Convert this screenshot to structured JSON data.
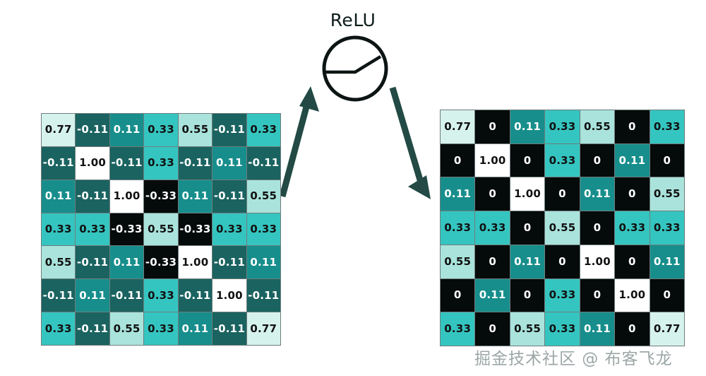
{
  "title": "ReLU",
  "background_color": "#ffffff",
  "icons": {
    "relu_curve": "relu-activation-curve-icon",
    "arrow_left": "arrow-up-right-icon",
    "arrow_right": "arrow-down-right-icon"
  },
  "watermark": "掘金技术社区 @ 布客飞龙",
  "palette": {
    "v_1_00": {
      "bg": "#ffffff",
      "fg": "#111111"
    },
    "v_0_77": {
      "bg": "#d6f2ec",
      "fg": "#111111"
    },
    "v_0_55": {
      "bg": "#a9e3dc",
      "fg": "#111111"
    },
    "v_0_33": {
      "bg": "#35c5c0",
      "fg": "#111111"
    },
    "v_0_11": {
      "bg": "#178e8c",
      "fg": "#ffffff"
    },
    "v_neg011": {
      "bg": "#1a6360",
      "fg": "#ffffff"
    },
    "v_neg033": {
      "bg": "#050a0a",
      "fg": "#ffffff"
    },
    "v_0": {
      "bg": "#050a0a",
      "fg": "#ffffff"
    }
  },
  "matrices": {
    "input": {
      "name": "input-matrix",
      "rows": 7,
      "cols": 7,
      "values": [
        [
          "0.77",
          "-0.11",
          "0.11",
          "0.33",
          "0.55",
          "-0.11",
          "0.33"
        ],
        [
          "-0.11",
          "1.00",
          "-0.11",
          "0.33",
          "-0.11",
          "0.11",
          "-0.11"
        ],
        [
          "0.11",
          "-0.11",
          "1.00",
          "-0.33",
          "0.11",
          "-0.11",
          "0.55"
        ],
        [
          "0.33",
          "0.33",
          "-0.33",
          "0.55",
          "-0.33",
          "0.33",
          "0.33"
        ],
        [
          "0.55",
          "-0.11",
          "0.11",
          "-0.33",
          "1.00",
          "-0.11",
          "0.11"
        ],
        [
          "-0.11",
          "0.11",
          "-0.11",
          "0.33",
          "-0.11",
          "1.00",
          "-0.11"
        ],
        [
          "0.33",
          "-0.11",
          "0.55",
          "0.33",
          "0.11",
          "-0.11",
          "0.77"
        ]
      ]
    },
    "output": {
      "name": "output-matrix",
      "rows": 7,
      "cols": 7,
      "values": [
        [
          "0.77",
          "0",
          "0.11",
          "0.33",
          "0.55",
          "0",
          "0.33"
        ],
        [
          "0",
          "1.00",
          "0",
          "0.33",
          "0",
          "0.11",
          "0"
        ],
        [
          "0.11",
          "0",
          "1.00",
          "0",
          "0.11",
          "0",
          "0.55"
        ],
        [
          "0.33",
          "0.33",
          "0",
          "0.55",
          "0",
          "0.33",
          "0.33"
        ],
        [
          "0.55",
          "0",
          "0.11",
          "0",
          "1.00",
          "0",
          "0.11"
        ],
        [
          "0",
          "0.11",
          "0",
          "0.33",
          "0",
          "1.00",
          "0"
        ],
        [
          "0.33",
          "0",
          "0.55",
          "0.33",
          "0.11",
          "0",
          "0.77"
        ]
      ]
    }
  },
  "chart_data": {
    "type": "heatmap",
    "title": "ReLU",
    "description": "Two 7x7 heatmap matrices: an input matrix and the matrix after applying the ReLU activation, which clamps all negative values to 0.",
    "value_color_map": [
      {
        "value": "1.00",
        "color": "#ffffff"
      },
      {
        "value": "0.77",
        "color": "#d6f2ec"
      },
      {
        "value": "0.55",
        "color": "#a9e3dc"
      },
      {
        "value": "0.33",
        "color": "#35c5c0"
      },
      {
        "value": "0.11",
        "color": "#178e8c"
      },
      {
        "value": "-0.11",
        "color": "#1a6360"
      },
      {
        "value": "-0.33",
        "color": "#050a0a"
      },
      {
        "value": "0",
        "color": "#050a0a"
      }
    ],
    "input_matrix": [
      [
        0.77,
        -0.11,
        0.11,
        0.33,
        0.55,
        -0.11,
        0.33
      ],
      [
        -0.11,
        1.0,
        -0.11,
        0.33,
        -0.11,
        0.11,
        -0.11
      ],
      [
        0.11,
        -0.11,
        1.0,
        -0.33,
        0.11,
        -0.11,
        0.55
      ],
      [
        0.33,
        0.33,
        -0.33,
        0.55,
        -0.33,
        0.33,
        0.33
      ],
      [
        0.55,
        -0.11,
        0.11,
        -0.33,
        1.0,
        -0.11,
        0.11
      ],
      [
        -0.11,
        0.11,
        -0.11,
        0.33,
        -0.11,
        1.0,
        -0.11
      ],
      [
        0.33,
        -0.11,
        0.55,
        0.33,
        0.11,
        -0.11,
        0.77
      ]
    ],
    "output_matrix": [
      [
        0.77,
        0,
        0.11,
        0.33,
        0.55,
        0,
        0.33
      ],
      [
        0,
        1.0,
        0,
        0.33,
        0,
        0.11,
        0
      ],
      [
        0.11,
        0,
        1.0,
        0,
        0.11,
        0,
        0.55
      ],
      [
        0.33,
        0.33,
        0,
        0.55,
        0,
        0.33,
        0.33
      ],
      [
        0.55,
        0,
        0.11,
        0,
        1.0,
        0,
        0.11
      ],
      [
        0,
        0.11,
        0,
        0.33,
        0,
        1.0,
        0
      ],
      [
        0.33,
        0,
        0.55,
        0.33,
        0.11,
        0,
        0.77
      ]
    ]
  }
}
